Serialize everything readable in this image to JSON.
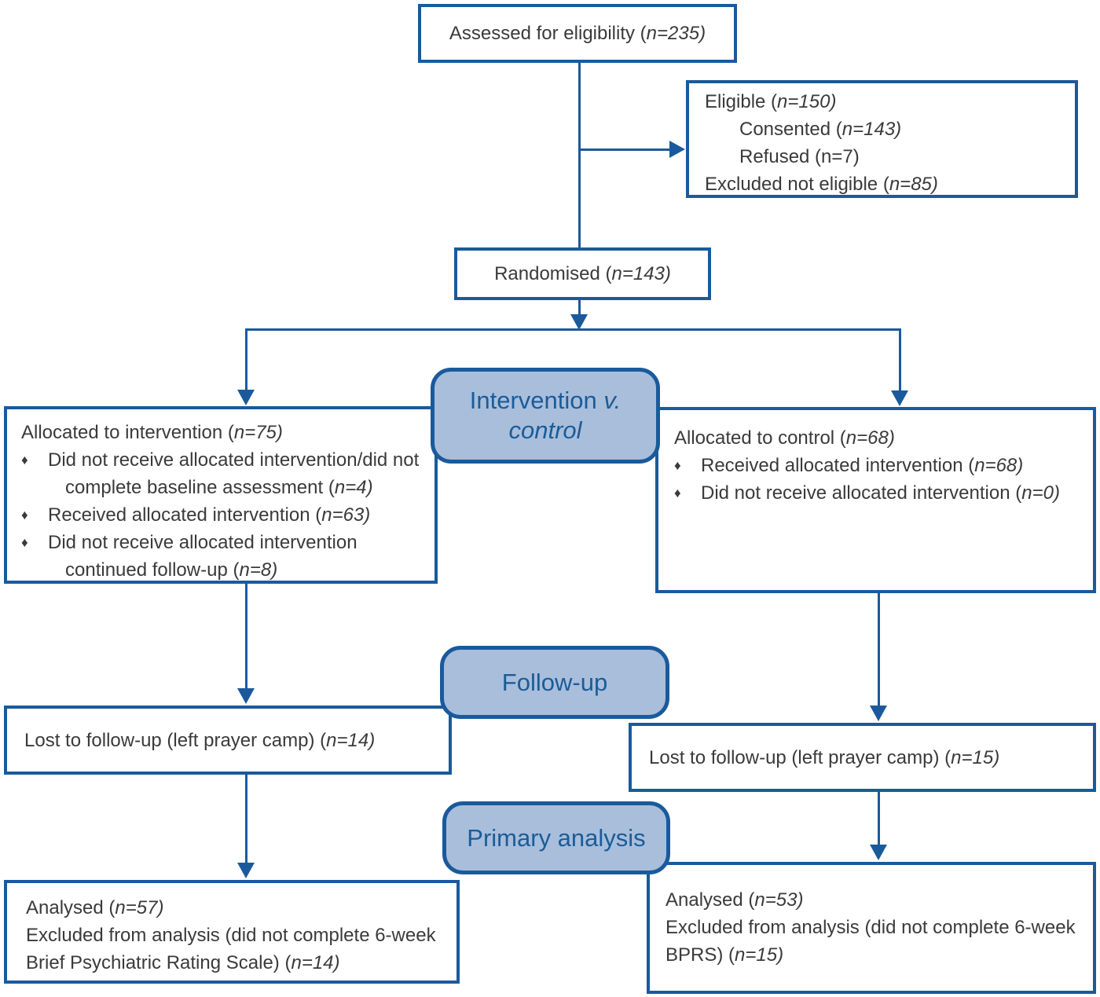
{
  "colors": {
    "line": "#1a5a9c",
    "stage_fill": "#a9bedb",
    "stage_text": "#1a5c99",
    "body_text": "#3a3a3a",
    "box_bg": "#ffffff"
  },
  "bullet_marker": "♦",
  "boxes": {
    "assessed": {
      "text": "Assessed for eligibility (*n*=235)"
    },
    "eligibility_outcome": {
      "lines": [
        "Eligible (*n*=150)",
        "Consented (*n*=143)",
        "Refused (n=7)",
        "Excluded not eligible (*n*=85)"
      ]
    },
    "randomised": {
      "text": "Randomised (*n*=143)"
    },
    "allocation_intervention": {
      "title": "Allocated to intervention (*n*=75)",
      "bullets": [
        "Did not receive allocated intervention/did not complete baseline assessment (*n*=4)",
        "Received allocated intervention (*n*=63)",
        "Did not receive allocated intervention continued follow-up (*n*=8)"
      ]
    },
    "allocation_control": {
      "title": "Allocated to control (*n*=68)",
      "bullets": [
        "Received allocated intervention (*n*=68)",
        "Did not receive allocated intervention (*n*=0)"
      ]
    },
    "lost_intervention": {
      "text": "Lost to follow-up (left prayer camp) (*n*=14)"
    },
    "lost_control": {
      "text": "Lost to follow-up (left prayer camp) (*n*=15)"
    },
    "analysed_intervention": {
      "lines": [
        "Analysed (*n*=57)",
        "Excluded from analysis (did not complete 6-week Brief Psychiatric Rating Scale) (*n*=14)"
      ]
    },
    "analysed_control": {
      "lines": [
        "Analysed (*n*=53)",
        "Excluded from analysis (did not complete 6-week BPRS) (*n*=15)"
      ]
    }
  },
  "stages": {
    "allocation": "Intervention *v.* control",
    "follow_up": "Follow-up",
    "primary_analysis": "Primary analysis"
  }
}
